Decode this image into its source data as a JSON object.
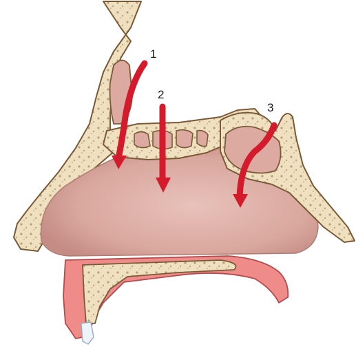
{
  "markers": [
    {
      "id": "1",
      "label": "1"
    },
    {
      "id": "2",
      "label": "2"
    },
    {
      "id": "3",
      "label": "3"
    }
  ],
  "colors": {
    "bone_fill": "#efe0c0",
    "bone_outline": "#7a5a36",
    "cavity": "#d9a79e",
    "cavity_dark": "#c48c84",
    "mucosa": "#ef8c89",
    "mucosa_edge": "#b34b4c",
    "arrow": "#d41b2b",
    "tooth": "#eef4fb"
  },
  "icons": [
    "arrow-down-icon"
  ]
}
